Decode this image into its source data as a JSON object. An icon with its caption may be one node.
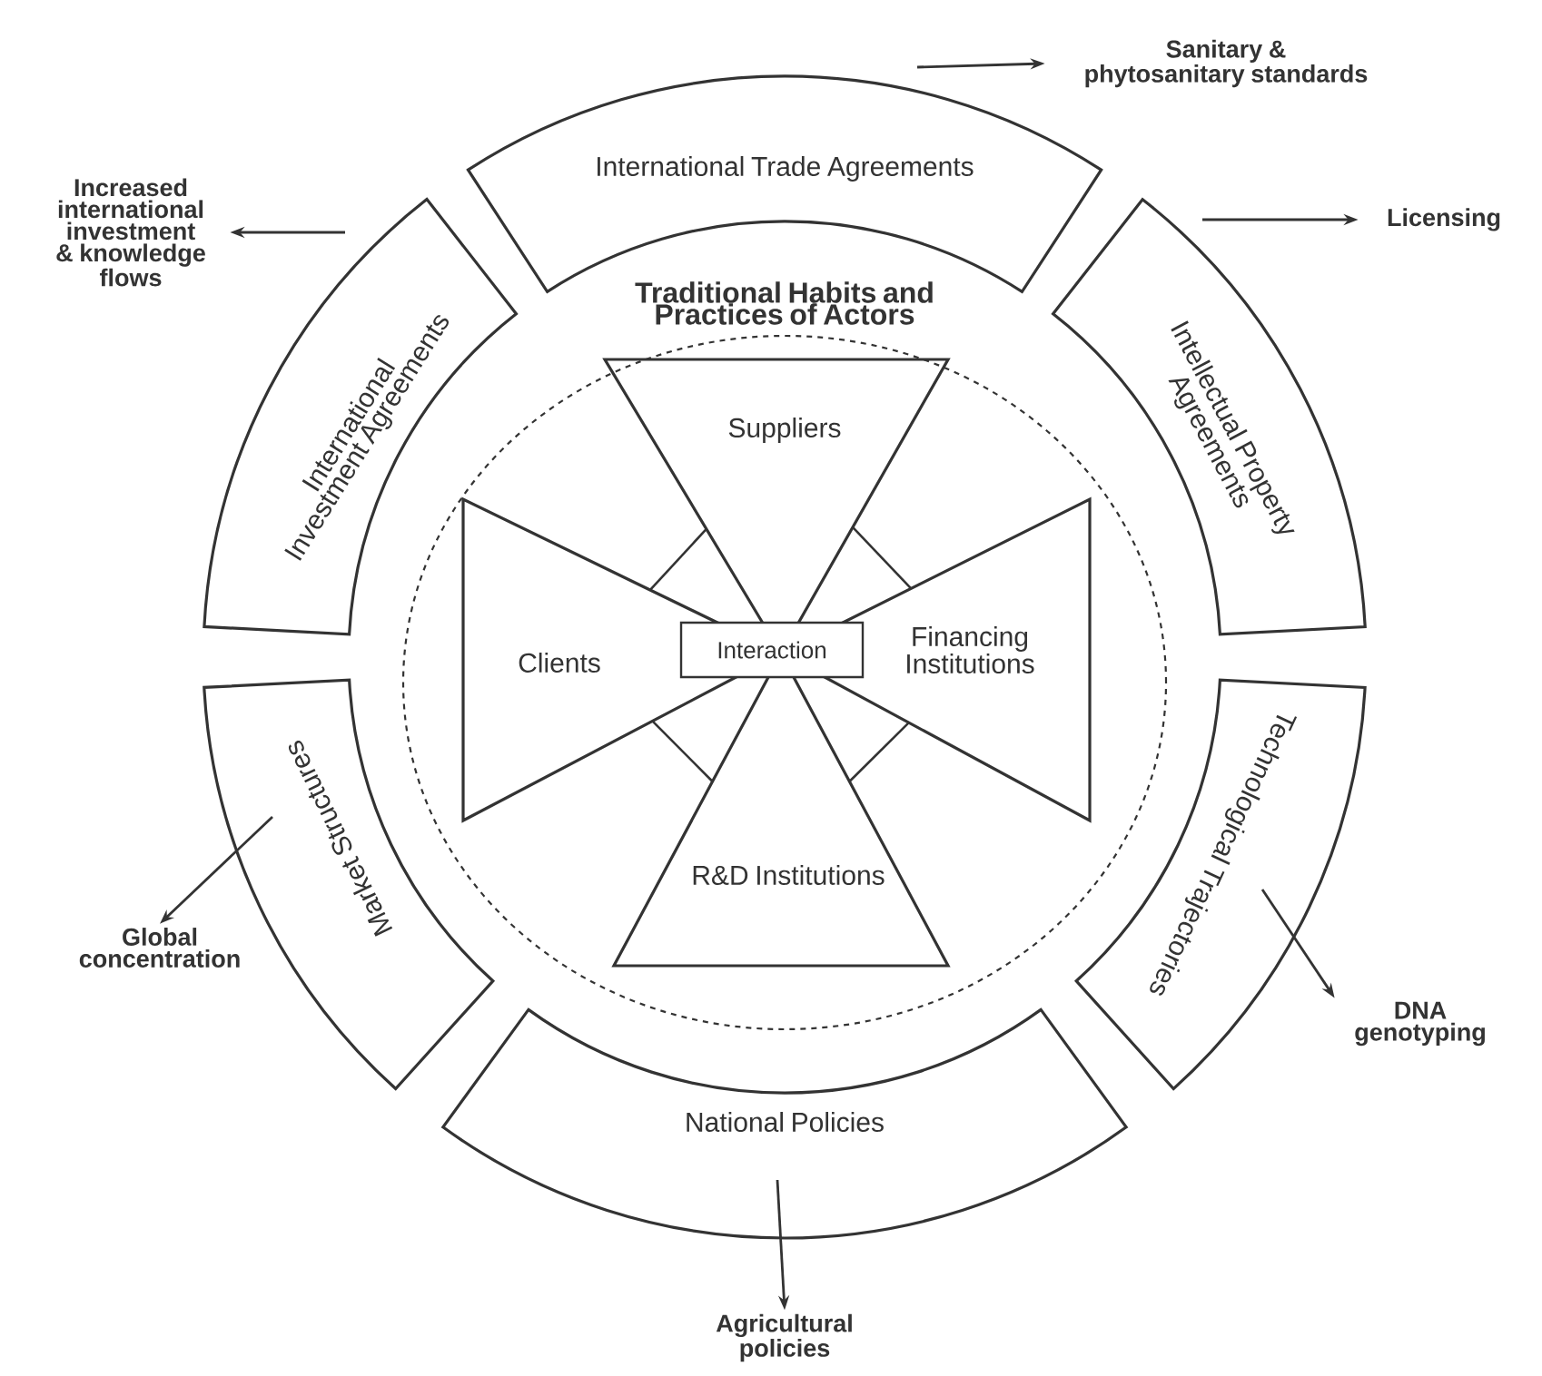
{
  "diagram": {
    "nodes": [
      {
        "text": [
          "International Trade Agreements"
        ]
      },
      {
        "text": [
          "International Investment Agreements"
        ]
      },
      {
        "text": [
          "Intellectual Property Agreements"
        ]
      },
      {
        "text": [
          "Market Structures"
        ]
      },
      {
        "text": [
          "Technological Trajectories"
        ]
      },
      {
        "text": [
          "National Policies"
        ]
      },
      {
        "text": [
          "Traditional Habits and Practices of Actors"
        ]
      },
      {
        "text": [
          "Suppliers"
        ],
        "in": 6
      },
      {
        "text": [
          "Clients"
        ],
        "in": 6
      },
      {
        "text": [
          "Interaction"
        ],
        "in": 6
      },
      {
        "text": [
          "Financing Institutions"
        ],
        "in": 6
      },
      {
        "text": [
          "R&D Institutions"
        ],
        "in": 6
      },
      {
        "text": [
          "Sanitary & phytosanitary standards"
        ]
      },
      {
        "text": [
          "Increased international investment & knowledge flows"
        ]
      },
      {
        "text": [
          "Licensing"
        ]
      },
      {
        "text": [
          "Global concentration"
        ]
      },
      {
        "text": [
          "DNA genotyping"
        ]
      },
      {
        "text": [
          "Agricultural policies"
        ]
      }
    ],
    "edges": [
      {
        "from": 0,
        "to": 12,
        "arrow": "to"
      },
      {
        "from": 1,
        "to": 13,
        "arrow": "to"
      },
      {
        "from": 2,
        "to": 14,
        "arrow": "to"
      },
      {
        "from": 3,
        "to": 15,
        "arrow": "to"
      },
      {
        "from": 4,
        "to": 16,
        "arrow": "to"
      },
      {
        "from": 5,
        "to": 17,
        "arrow": "to"
      }
    ]
  }
}
